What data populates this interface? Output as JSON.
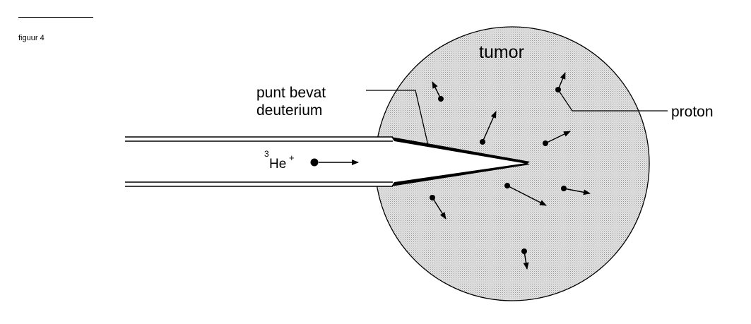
{
  "figure": {
    "label": "figuur 4"
  },
  "labels": {
    "tumor": "tumor",
    "tip_line1": "punt bevat",
    "tip_line2": "deuterium",
    "proton": "proton",
    "beam_base": "He",
    "beam_mass": "3",
    "beam_charge": "+"
  },
  "colors": {
    "tumor_fill": "#d9d9d9",
    "ink": "#000000",
    "background": "#ffffff"
  }
}
